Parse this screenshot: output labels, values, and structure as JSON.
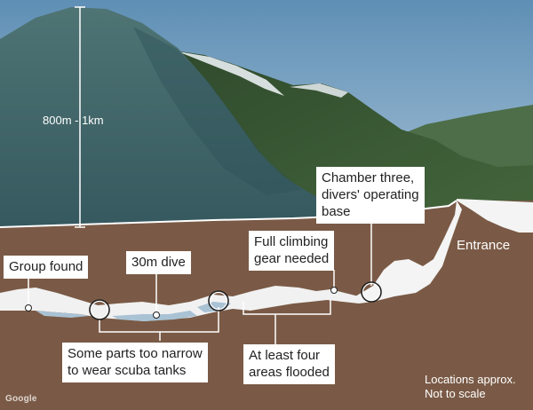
{
  "height": "800m - 1km",
  "labels": {
    "group_found": "Group found",
    "dive": "30m dive",
    "climbing_line1": "Full climbing",
    "climbing_line2": "gear needed",
    "chamber_line1": "Chamber three,",
    "chamber_line2": "divers' operating",
    "chamber_line3": "base",
    "entrance": "Entrance",
    "narrow_line1": "Some parts too narrow",
    "narrow_line2": "to wear scuba tanks",
    "flooded_line1": "At least four",
    "flooded_line2": "areas flooded",
    "note_line1": "Locations approx.",
    "note_line2": "Not to scale"
  },
  "watermark": "Google",
  "colors": {
    "sky": "#7fa6c4",
    "mountain": "#3f6468",
    "ridge": "#3d5a35",
    "soil": "#7a5a46",
    "cave": "#f1f1f1",
    "water": "#a9c2d4"
  }
}
